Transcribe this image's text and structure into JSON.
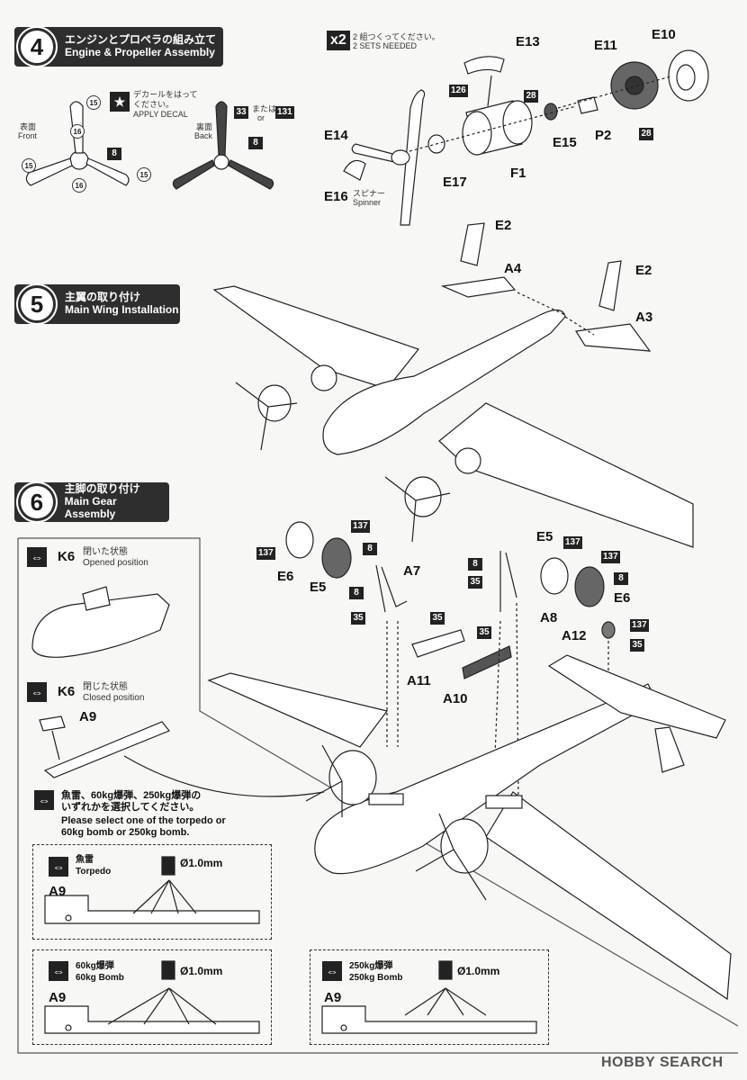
{
  "steps": {
    "s4": {
      "num": "4",
      "jp": "エンジンとプロペラの組み立て",
      "en": "Engine & Propeller Assembly"
    },
    "s5": {
      "num": "5",
      "jp": "主翼の取り付け",
      "en": "Main Wing Installation"
    },
    "s6": {
      "num": "6",
      "jp": "主脚の取り付け",
      "en": "Main Gear Assembly"
    }
  },
  "step4": {
    "decal_jp": "デカールをはって\nください。",
    "decal_en": "APPLY DECAL",
    "front_jp": "表面",
    "front_en": "Front",
    "back_jp": "裏面",
    "back_en": "Back",
    "mataha": "または",
    "or": "or",
    "x2_label": "x2",
    "sets_jp": "2 組つくってください。",
    "sets_en": "2 SETS NEEDED",
    "spinner_jp": "スピナー",
    "spinner_en": "Spinner",
    "parts": {
      "E13": "E13",
      "E11": "E11",
      "E10": "E10",
      "E14": "E14",
      "E16": "E16",
      "E17": "E17",
      "F1": "F1",
      "E15": "E15",
      "P2": "P2"
    },
    "nums": {
      "n15a": "15",
      "n16a": "16",
      "n8a": "8",
      "n15b": "15",
      "n16b": "16",
      "n15c": "15",
      "n33": "33",
      "n131": "131",
      "n8b": "8",
      "n126": "126",
      "n28a": "28",
      "n28b": "28"
    }
  },
  "step5": {
    "parts": {
      "E2a": "E2",
      "A4": "A4",
      "E2b": "E2",
      "A3": "A3"
    }
  },
  "step6": {
    "k6_open_jp": "閉いた状態",
    "k6_open_en": "Opened position",
    "k6_closed_jp": "閉じた状態",
    "k6_closed_en": "Closed position",
    "k6": "K6",
    "a9": "A9",
    "select_jp": "魚雷、60kg爆弾、250kg爆弾の\nいずれかを選択してください。",
    "select_en": "Please select one of the torpedo or\n60kg bomb or 250kg bomb.",
    "torpedo_jp": "魚雷",
    "torpedo_en": "Torpedo",
    "bomb60_jp": "60kg爆弾",
    "bomb60_en": "60kg Bomb",
    "bomb250_jp": "250kg爆弾",
    "bomb250_en": "250kg Bomb",
    "drill": "Ø1.0mm",
    "parts": {
      "E6a": "E6",
      "E5a": "E5",
      "A7": "A7",
      "E5b": "E5",
      "E6b": "E6",
      "A8": "A8",
      "A11": "A11",
      "A10": "A10",
      "A12": "A12"
    },
    "nums": {
      "n137a": "137",
      "n137b": "137",
      "n8a": "8",
      "n8b": "8",
      "n35a": "35",
      "n35b": "35",
      "n8c": "8",
      "n35c": "35",
      "n137c": "137",
      "n137d": "137",
      "n8d": "8",
      "n137e": "137",
      "n35d": "35",
      "n35e": "35"
    }
  },
  "footer": {
    "logo": "HOBBY SEARCH"
  },
  "colors": {
    "badge": "#2e2e2e",
    "ink": "#1a1a1a",
    "paper": "#f7f7f5"
  }
}
